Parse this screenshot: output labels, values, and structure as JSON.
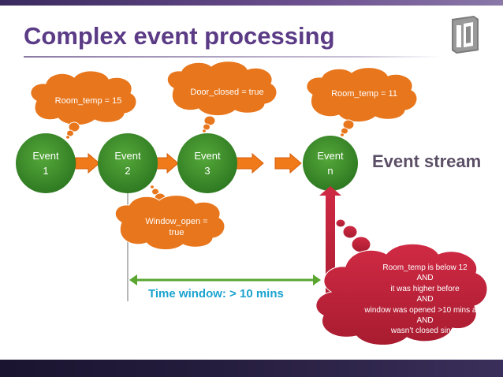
{
  "slide": {
    "title": "Complex event processing",
    "event_stream_label": "Event stream",
    "time_window_label": "Time window: > 10 mins"
  },
  "events": [
    {
      "line1": "Event",
      "line2": "1"
    },
    {
      "line1": "Event",
      "line2": "2"
    },
    {
      "line1": "Event",
      "line2": "3"
    },
    {
      "line1": "Event",
      "line2": "n"
    }
  ],
  "clouds": {
    "room_temp_15": "Room_temp = 15",
    "door_closed": "Door_closed = true",
    "room_temp_11": "Room_temp = 11",
    "window_open_line1": "Window_open =",
    "window_open_line2": "true"
  },
  "condition": {
    "lines": [
      "Room_temp is below 12",
      "AND",
      "it was higher before",
      "AND",
      "window was opened >10 mins ago",
      "AND",
      "wasn’t closed since"
    ]
  },
  "colors": {
    "title": "#5b3b86",
    "event_green": "#3f8c2a",
    "arrow_orange": "#f07a1a",
    "cloud_orange": "#e8761c",
    "condition_red": "#c0233a",
    "time_window": "#1aa3cf",
    "time_window_arrow": "#5aa630"
  }
}
